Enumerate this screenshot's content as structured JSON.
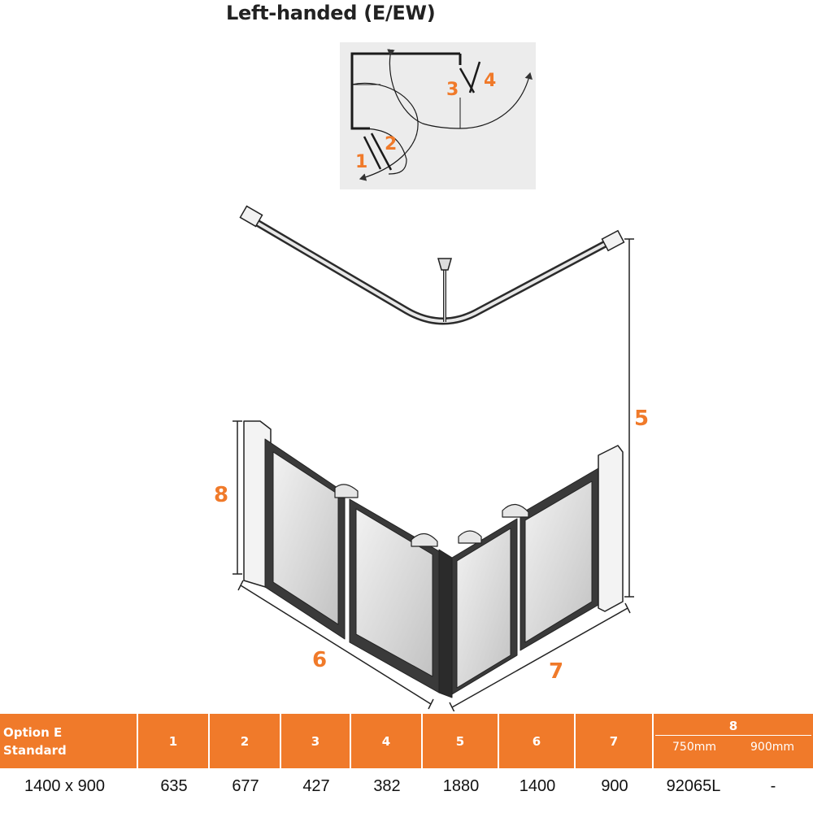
{
  "title": "Left-handed (E/EW)",
  "plan": {
    "labels": [
      "1",
      "2",
      "3",
      "4"
    ]
  },
  "dimension_labels": {
    "d5": "5",
    "d6": "6",
    "d7": "7",
    "d8": "8"
  },
  "table": {
    "option_header_line1": "Option E",
    "option_header_line2": "Standard",
    "headers": [
      "1",
      "2",
      "3",
      "4",
      "5",
      "6",
      "7"
    ],
    "header_8": "8",
    "header_8_sub": [
      "750mm",
      "900mm"
    ],
    "row": {
      "size": "1400 x 900",
      "values": [
        "635",
        "677",
        "427",
        "382",
        "1880",
        "1400",
        "900"
      ],
      "value_8": [
        "92065L",
        "-"
      ]
    }
  },
  "colors": {
    "accent": "#f07a2a",
    "frame": "#2b2b2b"
  }
}
